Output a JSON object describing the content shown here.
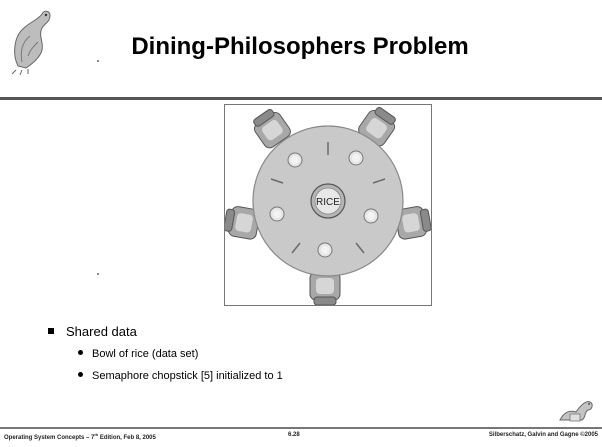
{
  "title": "Dining-Philosophers Problem",
  "diagram": {
    "center_label": "RICE",
    "philosopher_count": 5,
    "chopstick_count": 5
  },
  "bullets": {
    "main": "Shared data",
    "sub": [
      "Bowl of rice (data set)",
      "Semaphore chopstick [5] initialized to 1"
    ]
  },
  "footer": {
    "left_prefix": "Operating System Concepts – 7",
    "left_sup": "th",
    "left_suffix": " Edition, Feb 8, 2005",
    "page": "6.28",
    "copyright": "Silberschatz, Galvin and Gagne ©2005"
  },
  "colors": {
    "rule": "#555555",
    "table": "#c9c9c9",
    "chair": "#9a9a9a"
  }
}
